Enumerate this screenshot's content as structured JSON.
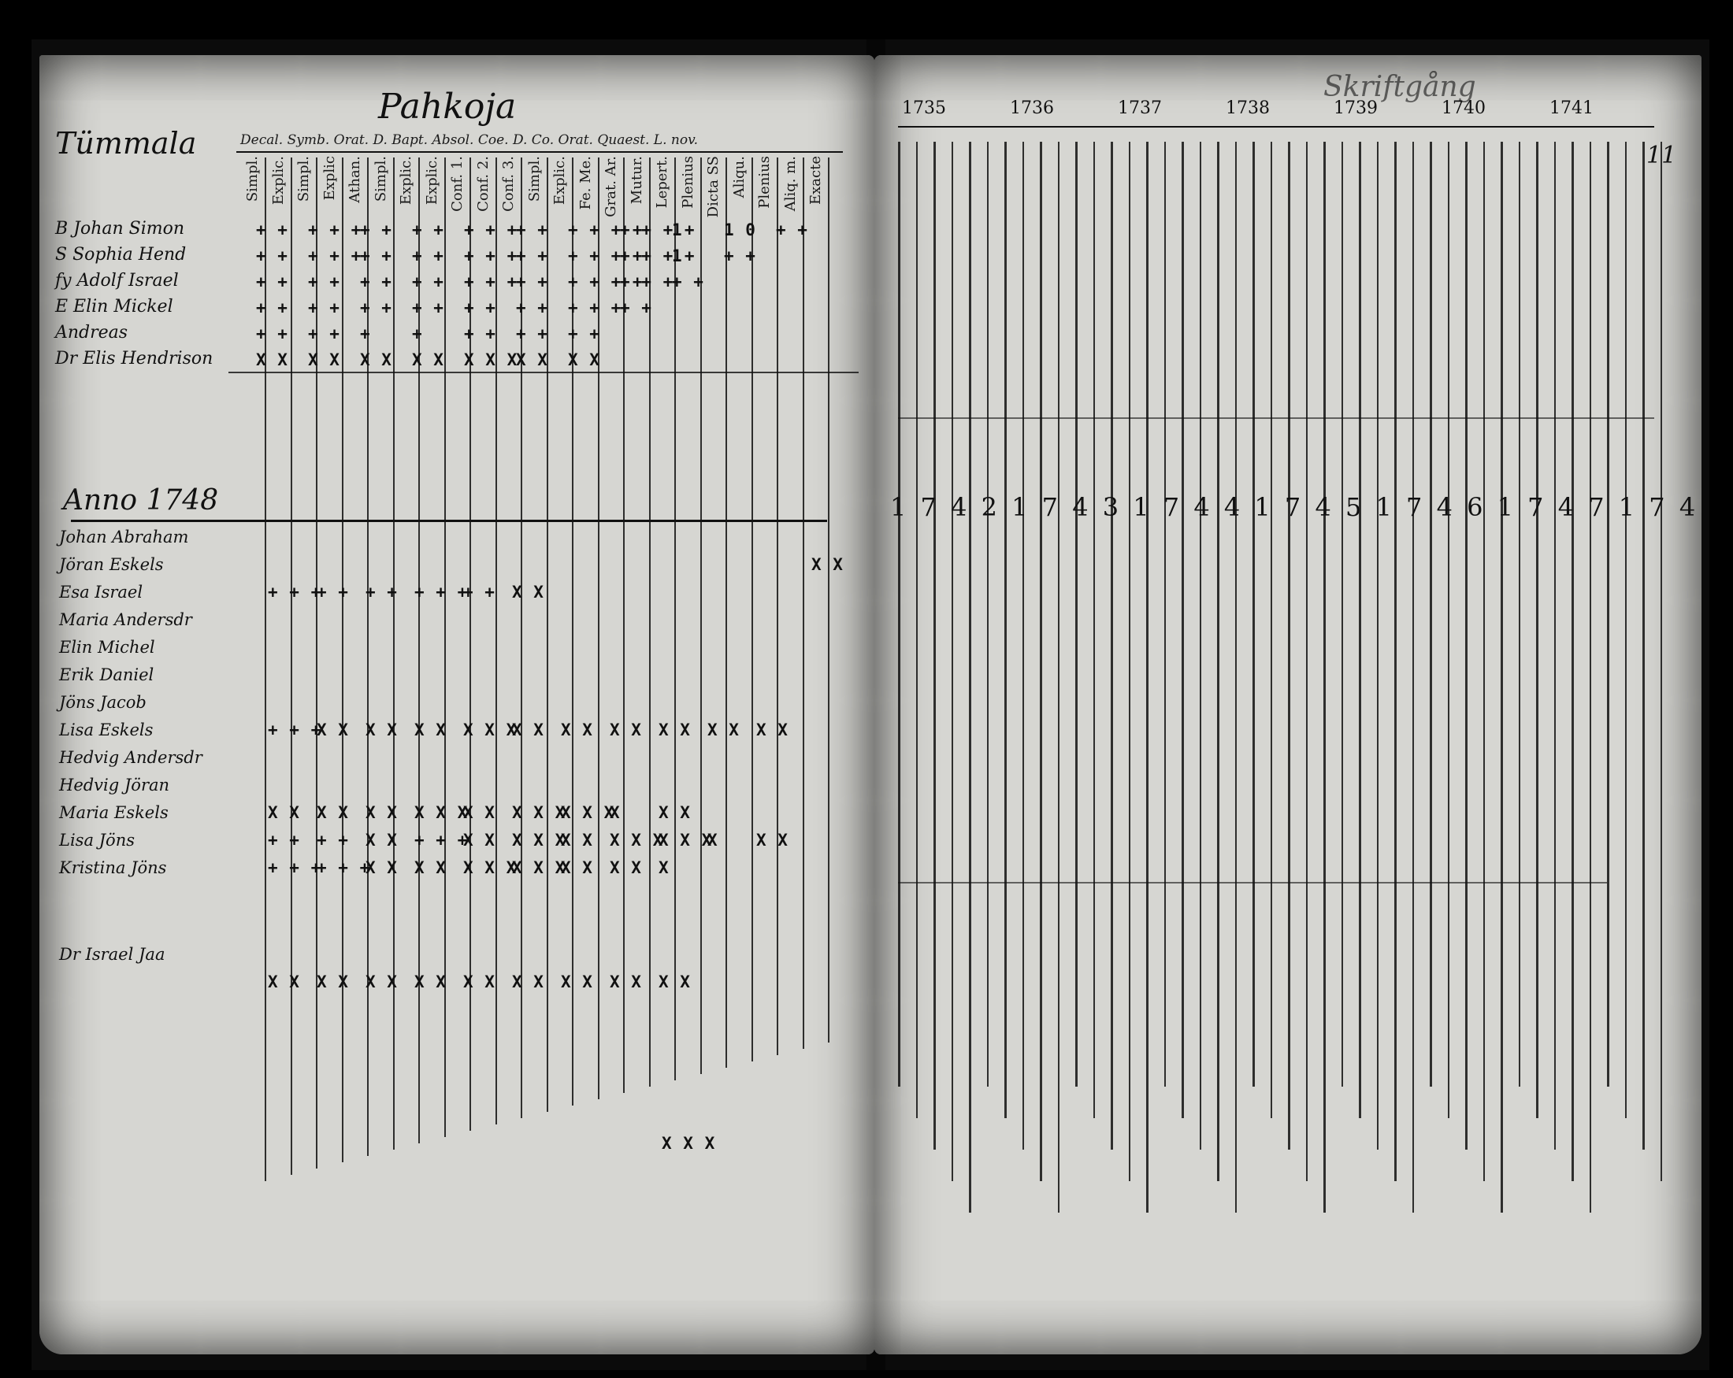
{
  "left_page": {
    "parish_title": "Pahkoja",
    "village": "Tümmala",
    "header_top": "Decal. Symb. Orat. D. Bapt. Absol. Coe. D. Co. Orat. Quaest. L. nov.",
    "columns": [
      "Simpl.",
      "Explic.",
      "Simpl.",
      "Explic",
      "Athan.",
      "Simpl.",
      "Explic.",
      "Explic.",
      "Conf. 1.",
      "Conf. 2.",
      "Conf. 3.",
      "Simpl.",
      "Explic.",
      "Fe. Me.",
      "Grat. Ar.",
      "Mutur.",
      "Lepert.",
      "Plenius",
      "Dicta SS",
      "Aliqu.",
      "Plenius",
      "Aliq. m.",
      "Exacte"
    ],
    "names_top": [
      "B Johan Simon",
      "S Sophia Hend",
      "fy Adolf Israel",
      "E Elin Mickel",
      "Andreas",
      "Dr Elis Hendrison"
    ],
    "marks_top": [
      [
        "+ +",
        "+ + +",
        "+ +",
        "+ +",
        "+ + +",
        "+ +",
        "+ + + +",
        "+ + + +",
        "1",
        "1 0",
        "+ +"
      ],
      [
        "+ +",
        "+ + +",
        "+ +",
        "+ +",
        "+ + +",
        "+ +",
        "+ + + +",
        "+ + + +",
        "1",
        "+ +"
      ],
      [
        "+ +",
        "+ +",
        "+ +",
        "+ +",
        "+ + +",
        "+ +",
        "+ + + +",
        "+ + +",
        "+ +"
      ],
      [
        "+ +",
        "+ +",
        "+ +",
        "+ +",
        "+ +",
        "+ +",
        "+ + +",
        "+ +"
      ],
      [
        "+ +",
        "+ +",
        "+",
        "+",
        "+ +",
        "+ +",
        "+ +"
      ],
      [
        "X X",
        "X X",
        "X X",
        "X X",
        "X X X",
        "X X",
        "X X"
      ]
    ],
    "section_year": "Anno 1748",
    "names_bottom": [
      "Johan Abraham",
      "Jöran Eskels",
      "Esa Israel",
      "Maria Andersdr",
      "Elin Michel",
      "Erik Daniel",
      "Jöns Jacob",
      "Lisa Eskels",
      "Hedvig Andersdr",
      "Hedvig Jöran",
      "Maria Eskels",
      "Lisa Jöns",
      "Kristina Jöns",
      "Dr Israel Jaa"
    ],
    "marks_bottom": [
      {
        "row": 1,
        "marks": [
          "X X"
        ],
        "at": "Aliq. m."
      },
      {
        "row": 2,
        "marks": [
          "+ + +",
          "+ +",
          "+ +",
          "+ + +",
          "+ +",
          "X X"
        ]
      },
      {
        "row": 7,
        "marks": [
          "+ + +",
          "X X",
          "X X",
          "X X",
          "X X X",
          "X X",
          "X X",
          "X X",
          "X X",
          "X X",
          "X X"
        ]
      },
      {
        "row": 10,
        "marks": [
          "X X",
          "X X",
          "X X",
          "X X X",
          "X X",
          "X X X",
          "X X X",
          "X",
          "X X"
        ]
      },
      {
        "row": 11,
        "marks": [
          "+ +",
          "+ +",
          "X X",
          "+ + +",
          "X X",
          "X X X",
          "X X",
          "X X X",
          "X X X",
          "X",
          "X X"
        ]
      },
      {
        "row": 12,
        "marks": [
          "+ + +",
          "+ + +",
          "X X",
          "X X",
          "X X X",
          "X X X",
          "X X",
          "X X",
          "X"
        ]
      },
      {
        "row": 14,
        "marks": [
          "X X",
          "X X",
          "X X",
          "X X",
          "X X",
          "X X",
          "X X",
          "X X",
          "X X"
        ]
      }
    ],
    "stray_mark": "X X X"
  },
  "right_page": {
    "heading": "Skriftgång",
    "years": [
      "1735",
      "1736",
      "1737",
      "1738",
      "1739",
      "1740",
      "1741"
    ],
    "year_digit_row": "1 7 4 2 1 7 4 3 1 7 4 4 1 7 4 5 1 7 4 6 1 7 4 7 1 7 4 8",
    "page_mark": "11"
  }
}
